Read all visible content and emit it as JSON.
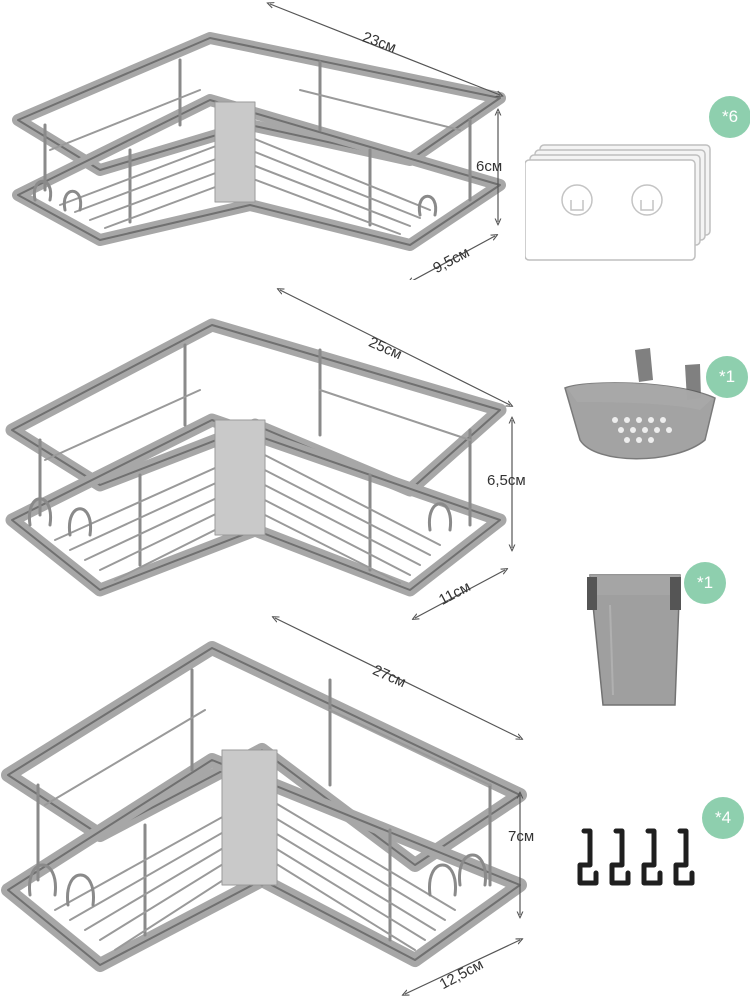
{
  "shelves": [
    {
      "width": "23см",
      "height": "6см",
      "depth": "9,5см"
    },
    {
      "width": "25см",
      "height": "6,5см",
      "depth": "11см"
    },
    {
      "width": "27см",
      "height": "7см",
      "depth": "12,5см"
    }
  ],
  "accessories": [
    {
      "name": "adhesive-pads",
      "badge": "*6"
    },
    {
      "name": "soap-dish",
      "badge": "*1"
    },
    {
      "name": "cup-holder",
      "badge": "*1"
    },
    {
      "name": "hooks",
      "badge": "*4"
    }
  ],
  "colors": {
    "metal": "#9a9a9a",
    "metal_dark": "#6e6e6e",
    "badge": "#8ecfae",
    "plastic": "#8a8a8a"
  }
}
